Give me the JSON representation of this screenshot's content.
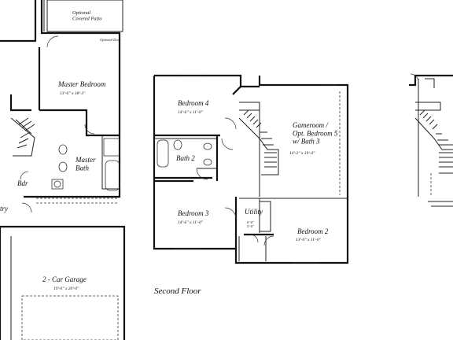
{
  "first_floor": {
    "patio_label": "Optional\nCovered Patio",
    "optional_door_label": "Optional Door",
    "master_bedroom": {
      "name": "Master Bedroom",
      "dims": "13'-6\" x 18'-3\""
    },
    "master_bath": "Master\nBath",
    "bdr_label": "Bdr",
    "entry_fragment": "try",
    "garage": {
      "name": "2 - Car Garage",
      "dims": "19'-0\" x 20'-0\""
    }
  },
  "second_floor": {
    "title": "Second Floor",
    "bedroom4": {
      "name": "Bedroom 4",
      "dims": "14'-6\" x 11'-0\""
    },
    "gameroom": {
      "name": "Gameroom /\nOpt. Bedroom 5\nw/ Bath 3",
      "dims": "14'-2\" x 19'-4\""
    },
    "bath2": "Bath 2",
    "bedroom3": {
      "name": "Bedroom 3",
      "dims": "14'-6\" x 11'-0\""
    },
    "utility": {
      "name": "Utility",
      "dims": "6'-0\"\n5'-0\""
    },
    "bedroom2": {
      "name": "Bedroom 2",
      "dims": "13'-0\" x 11'-0\""
    }
  }
}
